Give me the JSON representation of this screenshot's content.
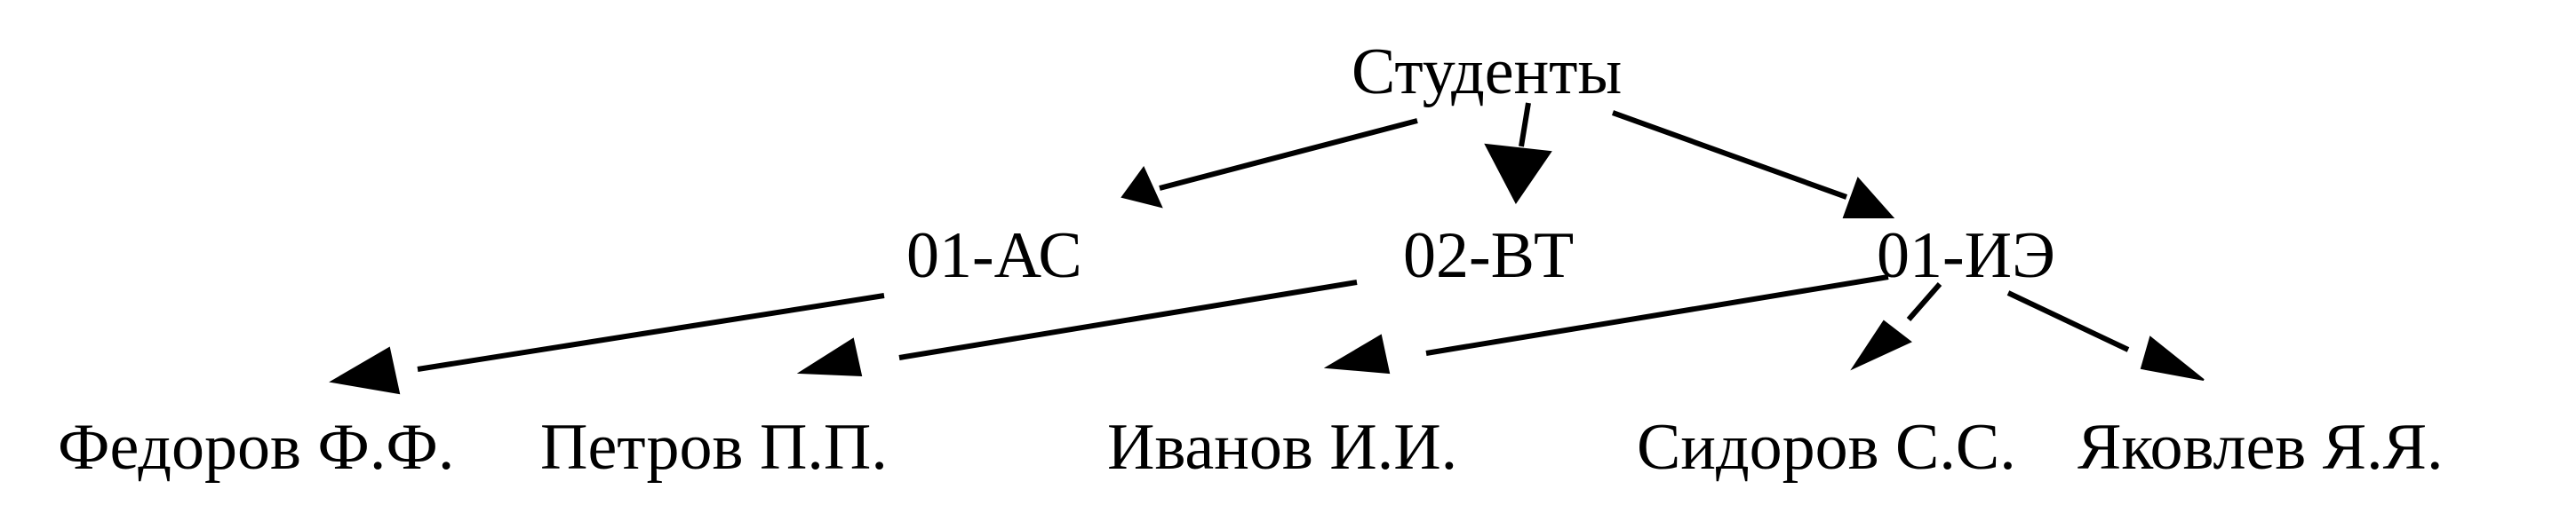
{
  "nodes": {
    "root": "Студенты",
    "group_01_as": "01-АС",
    "group_02_vt": "02-ВТ",
    "group_01_ie": "01-ИЭ",
    "student_fedorov": "Федоров Ф.Ф.",
    "student_petrov": "Петров П.П.",
    "student_ivanov": "Иванов И.И.",
    "student_sidorov": "Сидоров С.С.",
    "student_yakovlev": "Яковлев Я.Я."
  },
  "edges": [
    {
      "from": "Студенты",
      "to": "01-АС"
    },
    {
      "from": "Студенты",
      "to": "02-ВТ"
    },
    {
      "from": "Студенты",
      "to": "01-ИЭ"
    },
    {
      "from": "01-АС",
      "to": "Федоров Ф.Ф."
    },
    {
      "from": "02-ВТ",
      "to": "Петров П.П."
    },
    {
      "from": "01-ИЭ",
      "to": "Иванов И.И."
    },
    {
      "from": "01-ИЭ",
      "to": "Сидоров С.С."
    },
    {
      "from": "01-ИЭ",
      "to": "Яковлев Я.Я."
    }
  ]
}
